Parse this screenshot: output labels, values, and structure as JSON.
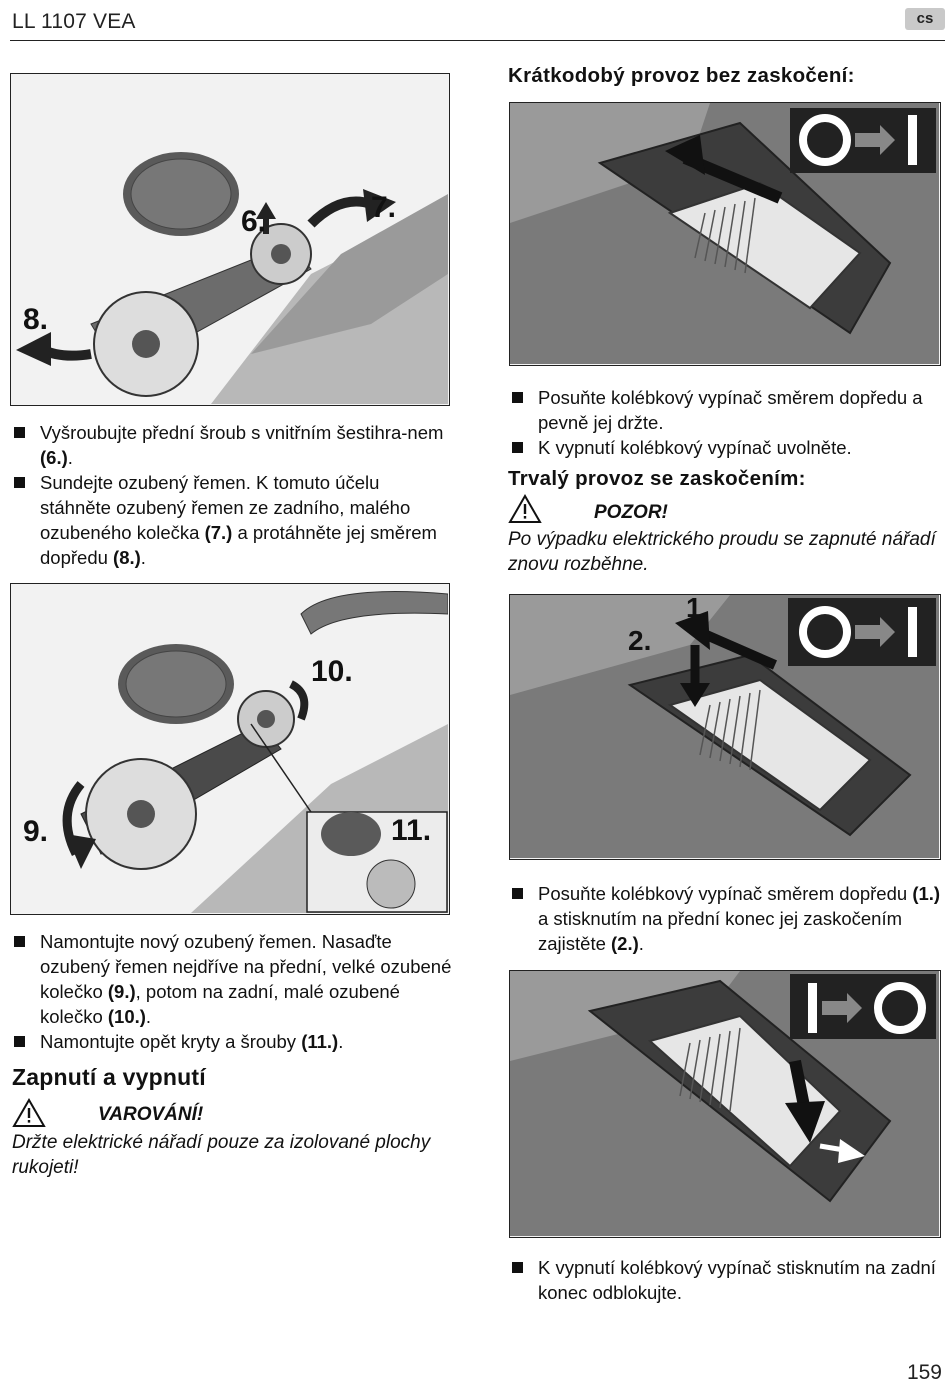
{
  "header": {
    "title": "LL 1107 VEA",
    "lang_badge": "cs"
  },
  "left": {
    "fig1": {
      "labels": [
        "6.",
        "7.",
        "8."
      ]
    },
    "list1": [
      {
        "text": "Vyšroubujte přední šroub s vnitřním šestihra-nem ",
        "ref": "(6.)",
        "tail": "."
      },
      {
        "text": "Sundejte ozubený řemen. K tomuto účelu stáhněte ozubený řemen ze zadního, malého ozubeného kolečka ",
        "ref": "(7.)",
        "mid": " a protáhněte jej směrem dopředu ",
        "ref2": "(8.)",
        "tail": "."
      }
    ],
    "fig2": {
      "labels": [
        "9.",
        "10.",
        "11."
      ]
    },
    "list2": [
      {
        "text": "Namontujte nový ozubený řemen. Nasaďte ozubený řemen nejdříve na přední, velké ozubené kolečko ",
        "ref": "(9.)",
        "mid": ", potom na zadní, malé ozubené kolečko ",
        "ref2": "(10.)",
        "tail": "."
      },
      {
        "text": "Namontujte opět kryty a šrouby ",
        "ref": "(11.)",
        "tail": "."
      }
    ],
    "section_title": "Zapnutí a vypnutí",
    "warning": {
      "title": "VAROVÁNÍ!",
      "text": "Držte elektrické nářadí pouze za izolované plochy rukojeti!"
    }
  },
  "right": {
    "section1_title": "Krátkodobý provoz bez zaskočení:",
    "list1": [
      {
        "text": "Posuňte kolébkový vypínač směrem dopředu a pevně jej držte."
      },
      {
        "text": "K vypnutí kolébkový vypínač uvolněte."
      }
    ],
    "section2_title": "Trvalý provoz se zaskočením:",
    "caution": {
      "title": "POZOR!",
      "text": "Po výpadku elektrického proudu se zapnuté nářadí znovu rozběhne."
    },
    "fig_labels": [
      "1.",
      "2."
    ],
    "list2": [
      {
        "text": "Posuňte kolébkový vypínač směrem dopředu ",
        "ref": "(1.)",
        "mid": " a stisknutím na přední konec jej zaskočením zajistěte ",
        "ref2": "(2.)",
        "tail": "."
      }
    ],
    "list3": [
      {
        "text": "K vypnutí kolébkový vypínač stisknutím na zadní konec odblokujte."
      }
    ]
  },
  "page_number": "159"
}
